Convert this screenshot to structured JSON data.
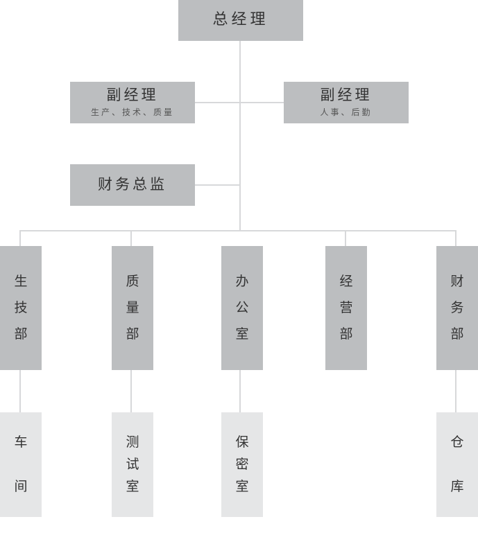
{
  "general_manager": {
    "label": "总经理"
  },
  "deputy_left": {
    "label": "副经理",
    "duties": "生产、技术、质量"
  },
  "deputy_right": {
    "label": "副经理",
    "duties": "人事、后勤"
  },
  "finance_director": {
    "label": "财务总监"
  },
  "departments": [
    {
      "label_chars": [
        "生",
        "技",
        "部"
      ],
      "sub_chars": [
        "车",
        "间"
      ]
    },
    {
      "label_chars": [
        "质",
        "量",
        "部"
      ],
      "sub_chars": [
        "测",
        "试",
        "室"
      ]
    },
    {
      "label_chars": [
        "办",
        "公",
        "室"
      ],
      "sub_chars": [
        "保",
        "密",
        "室"
      ]
    },
    {
      "label_chars": [
        "经",
        "营",
        "部"
      ]
    },
    {
      "label_chars": [
        "财",
        "务",
        "部"
      ],
      "sub_chars": [
        "仓",
        "库"
      ]
    }
  ]
}
